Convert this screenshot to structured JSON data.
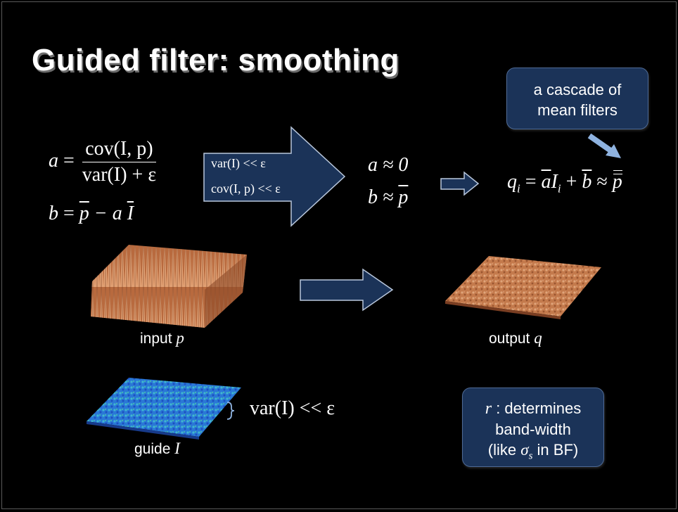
{
  "slide": {
    "title": "Guided filter: smoothing",
    "callout_cascade": [
      "a cascade of",
      "mean filters"
    ],
    "callout_radius": [
      "determines",
      "band-width",
      "(like",
      "in BF)"
    ],
    "callout_radius_symbol": "r",
    "callout_radius_sigma": "σ",
    "callout_radius_sigma_sub": "s",
    "label_input": "input",
    "label_input_var": "p",
    "label_output": "output",
    "label_output_var": "q",
    "label_guide": "guide",
    "label_guide_var": "I",
    "colors": {
      "box_fill": "#1b3358",
      "box_border": "#4e6a95",
      "surface_orange": "#c97a4a",
      "surface_blue": "#2a7fd8"
    }
  },
  "formulas": {
    "a_lhs": "a",
    "a_num": "cov(I, p)",
    "a_den": "var(I) + ε",
    "b_lhs": "b",
    "b_rhs_p": "p",
    "b_rhs_minus": "− a",
    "b_rhs_I": "I",
    "cond1": "var(I) << ε",
    "cond2": "cov(I, p) << ε",
    "approx_a": "a ≈ 0",
    "approx_b_lhs": "b ≈",
    "approx_b_p": "p",
    "q_lhs": "q",
    "q_sub": "i",
    "q_eq": " = ",
    "q_a": "a",
    "q_I": "I",
    "q_plus": " + ",
    "q_b": "b",
    "q_approx": " ≈ ",
    "q_p": "p",
    "guide_cond": "var(I) << ε"
  }
}
